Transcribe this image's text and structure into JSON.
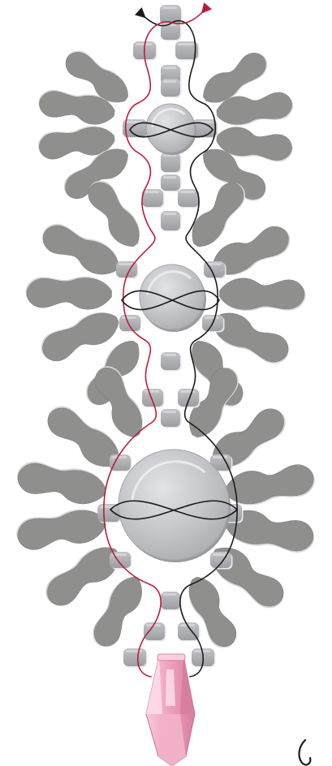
{
  "diagram": {
    "title": "",
    "colors": {
      "background": "#ffffff",
      "petal_fill": "#8f908e",
      "petal_edge": "#d8d8d8",
      "seed_bead_fill": "#aeb0b4",
      "seed_bead_edge": "#e7e8ea",
      "center_bead_fill": "#c2c3c7",
      "center_bead_edge": "#a3a4a8",
      "thread_black": "#1b1b1b",
      "thread_red": "#b81e3a",
      "crystal_light": "#f7c6d6",
      "crystal_mid": "#ec9ab8",
      "crystal_dark": "#c86e91"
    },
    "units": [
      {
        "name": "top-rosette",
        "petals_per_side": 4,
        "center_bead": "round-bead-medium"
      },
      {
        "name": "middle-rosette",
        "petals_per_side": 5,
        "center_bead": "round-bead-medium"
      },
      {
        "name": "bottom-rosette",
        "petals_per_side": 6,
        "center_bead": "round-bead-large"
      }
    ],
    "drop": {
      "name": "crystal-drop",
      "shape": "teardrop",
      "color": "pink"
    },
    "thread_paths": [
      "black-thread",
      "red-thread"
    ],
    "arrows": [
      "thread-start-arrow",
      "thread-end-arrow"
    ]
  }
}
